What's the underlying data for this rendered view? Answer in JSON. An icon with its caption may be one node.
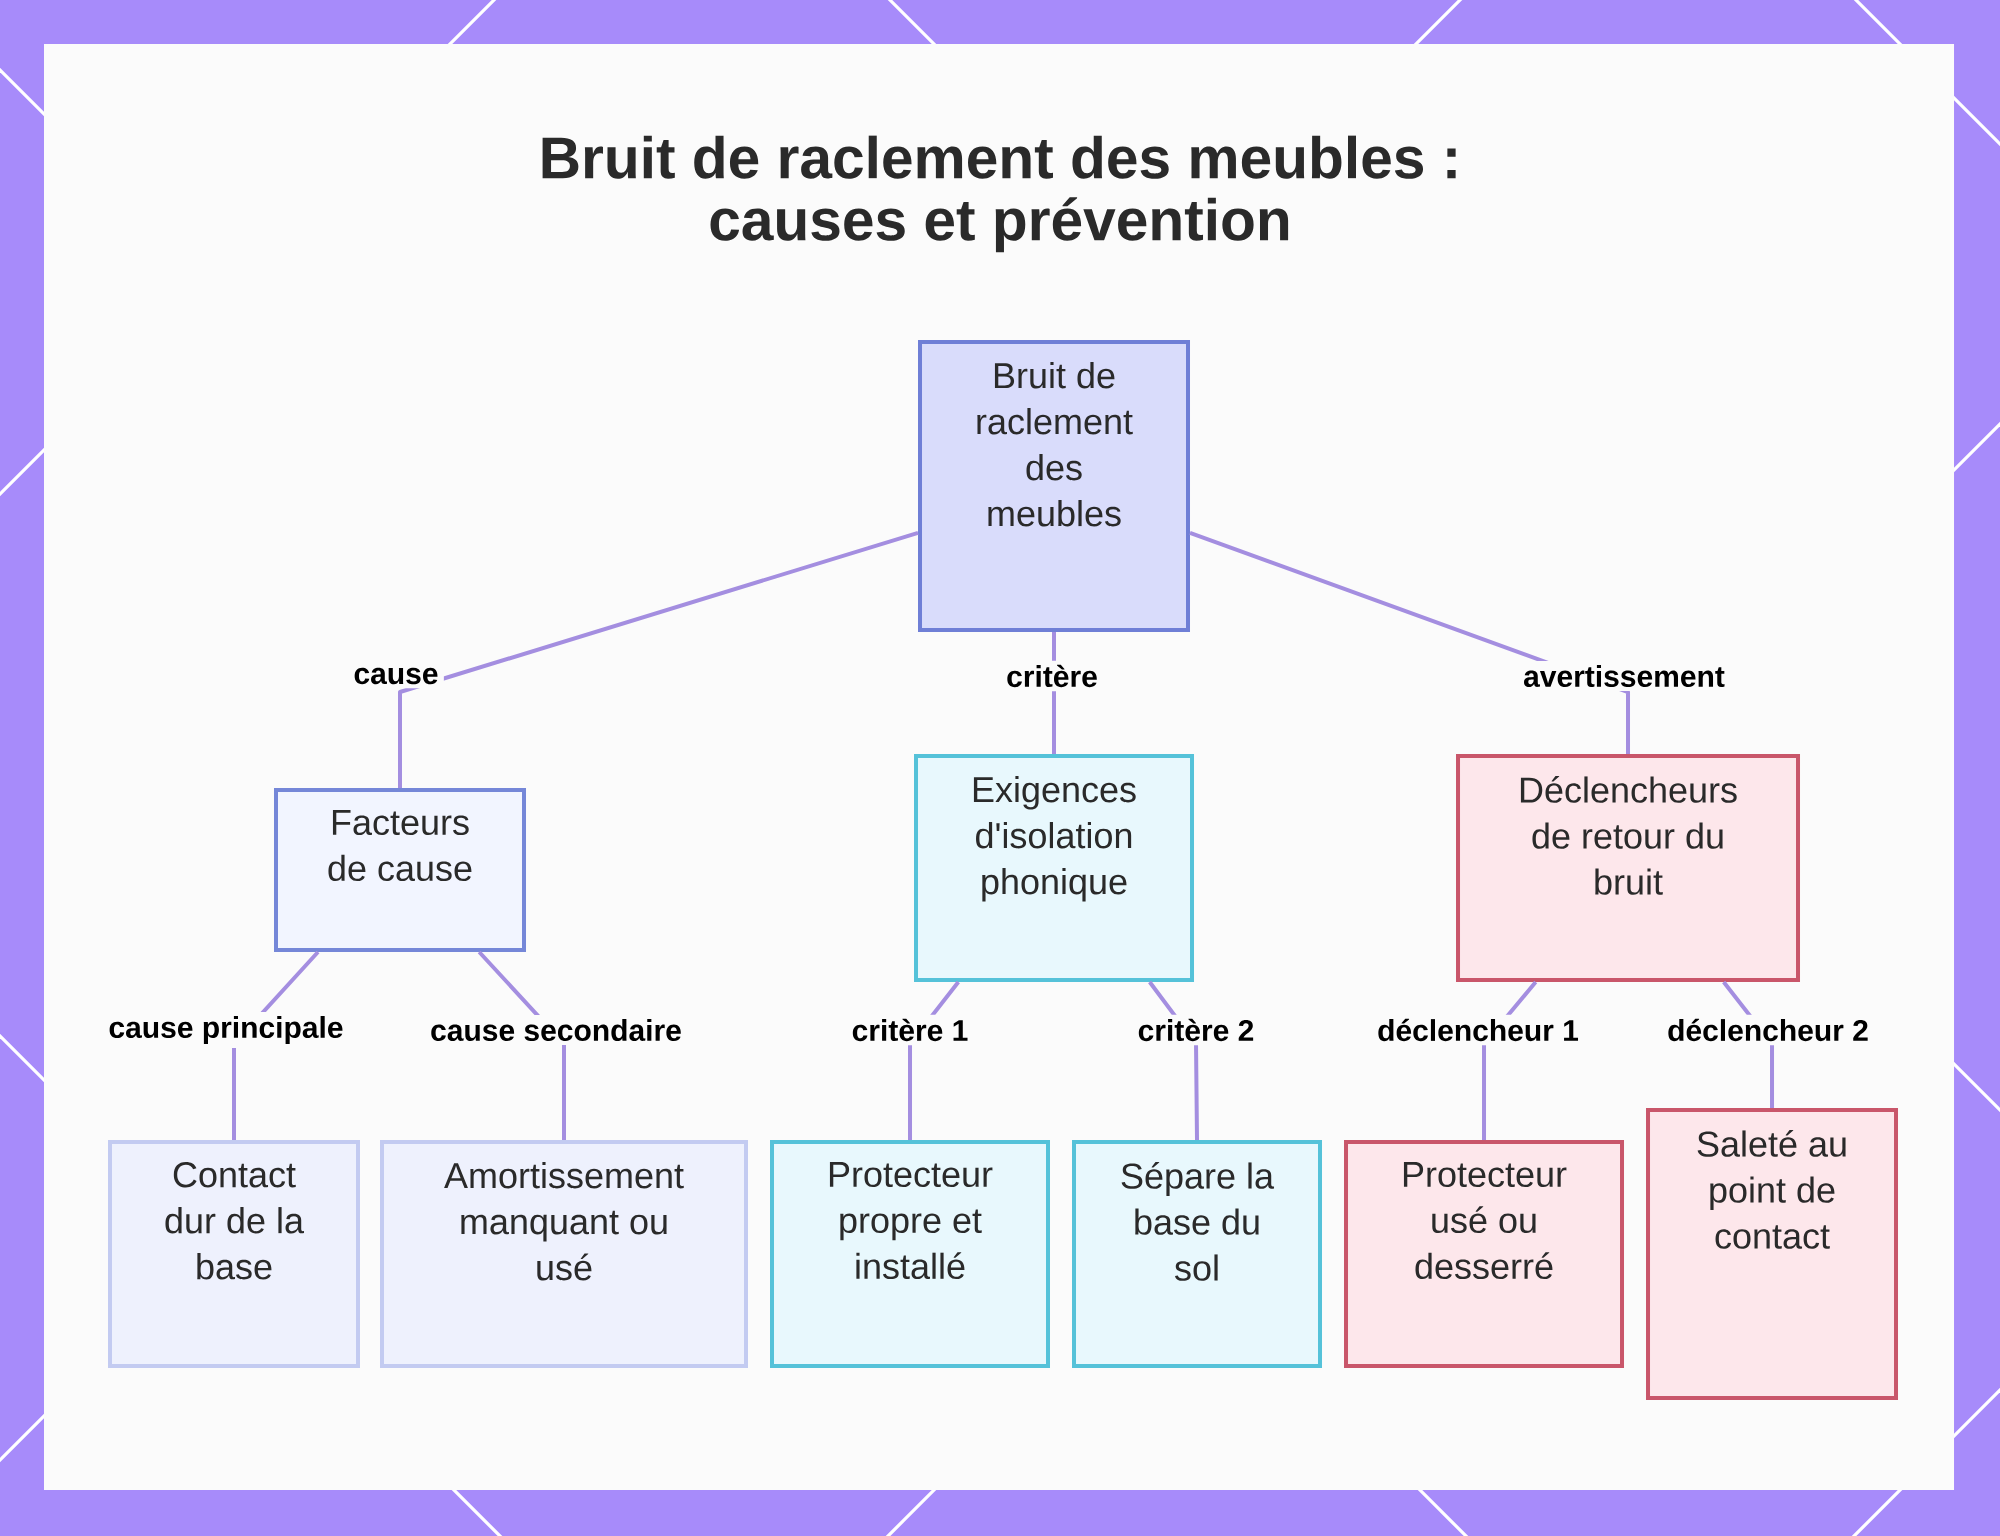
{
  "diagram": {
    "title": "Bruit de raclement des meubles : causes et prévention",
    "nodes": [
      {
        "text": [
          "Bruit de raclement des meubles"
        ]
      },
      {
        "text": [
          "Facteurs de cause"
        ]
      },
      {
        "text": [
          "Exigences d'isolation phonique"
        ]
      },
      {
        "text": [
          "Déclencheurs de retour du bruit"
        ]
      },
      {
        "text": [
          "Contact dur de la base"
        ]
      },
      {
        "text": [
          "Amortissement manquant ou usé"
        ]
      },
      {
        "text": [
          "Protecteur propre et installé"
        ]
      },
      {
        "text": [
          "Sépare la base du sol"
        ]
      },
      {
        "text": [
          "Protecteur usé ou desserré"
        ]
      },
      {
        "text": [
          "Saleté au point de contact"
        ]
      }
    ],
    "edges": [
      {
        "from": 0,
        "to": 1,
        "arrow": "none",
        "label": "cause"
      },
      {
        "from": 0,
        "to": 2,
        "arrow": "none",
        "label": "critère"
      },
      {
        "from": 0,
        "to": 3,
        "arrow": "none",
        "label": "avertissement"
      },
      {
        "from": 1,
        "to": 4,
        "arrow": "none",
        "label": "cause principale"
      },
      {
        "from": 1,
        "to": 5,
        "arrow": "none",
        "label": "cause secondaire"
      },
      {
        "from": 2,
        "to": 6,
        "arrow": "none",
        "label": "critère 1"
      },
      {
        "from": 2,
        "to": 7,
        "arrow": "none",
        "label": "critère 2"
      },
      {
        "from": 3,
        "to": 8,
        "arrow": "none",
        "label": "déclencheur 1"
      },
      {
        "from": 3,
        "to": 9,
        "arrow": "none",
        "label": "déclencheur 2"
      }
    ]
  }
}
